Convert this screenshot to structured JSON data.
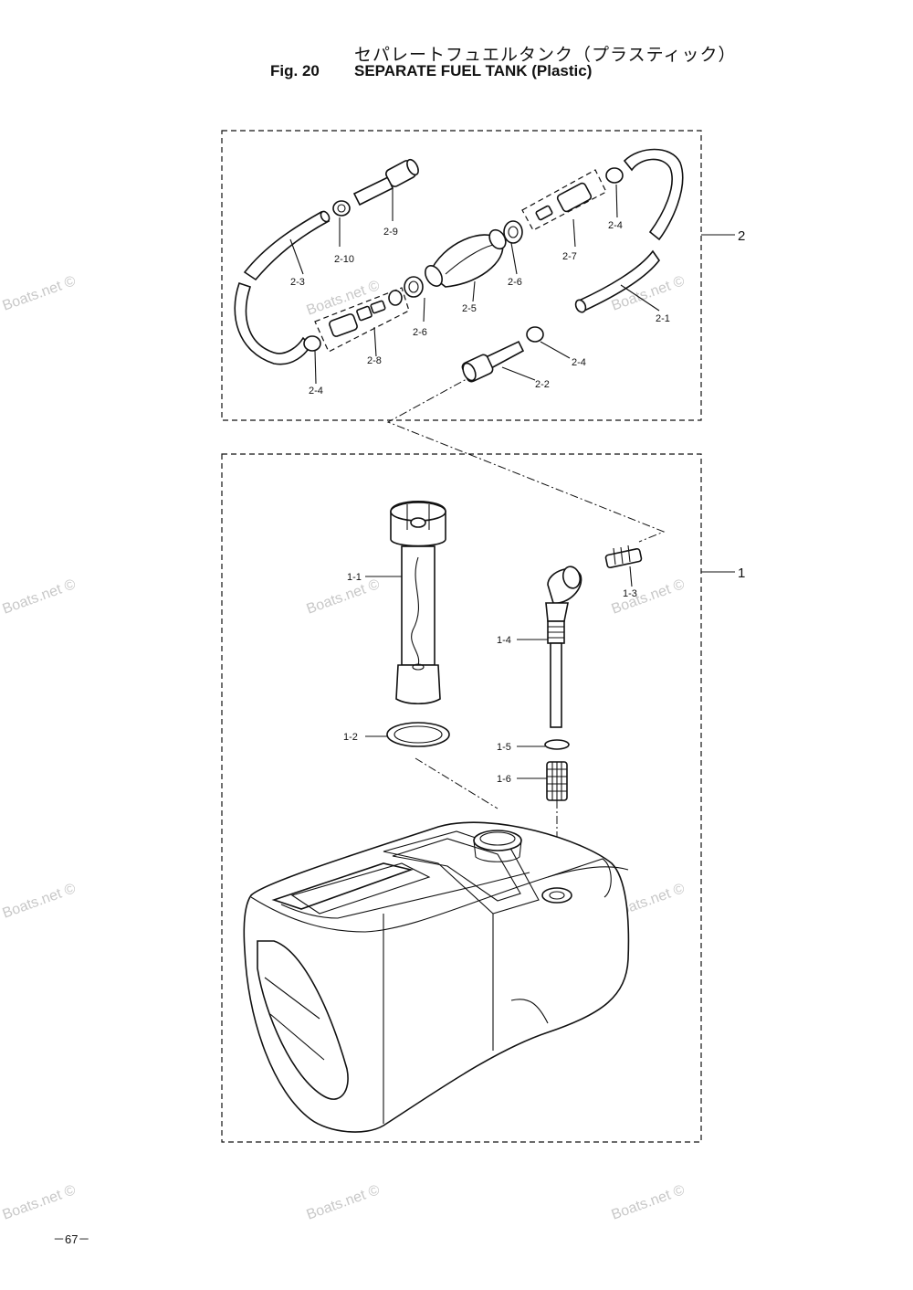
{
  "header": {
    "title_jp": "セパレートフュエルタンク（プラスティック）",
    "fig_number": "Fig. 20",
    "title_en": "SEPARATE FUEL TANK (Plastic)"
  },
  "group_labels": [
    "2",
    "1"
  ],
  "part_labels": {
    "p2_1": "2-1",
    "p2_2": "2-2",
    "p2_3": "2-3",
    "p2_4a": "2-4",
    "p2_4b": "2-4",
    "p2_4c": "2-4",
    "p2_5": "2-5",
    "p2_6a": "2-6",
    "p2_6b": "2-6",
    "p2_7": "2-7",
    "p2_8": "2-8",
    "p2_9": "2-9",
    "p2_10": "2-10",
    "p1_1": "1-1",
    "p1_2": "1-2",
    "p1_3": "1-3",
    "p1_4": "1-4",
    "p1_5": "1-5",
    "p1_6": "1-6"
  },
  "watermark": "Boats.net ©",
  "page_number": "－67－"
}
